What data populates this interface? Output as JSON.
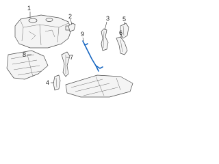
{
  "callouts": {
    "c1": "1",
    "c2": "2",
    "c3": "3",
    "c4": "4",
    "c5": "5",
    "c6": "6",
    "c7": "7",
    "c8": "8",
    "c9": "9"
  },
  "colors": {
    "highlight": "#1565c0",
    "line": "#4a4a4a"
  }
}
